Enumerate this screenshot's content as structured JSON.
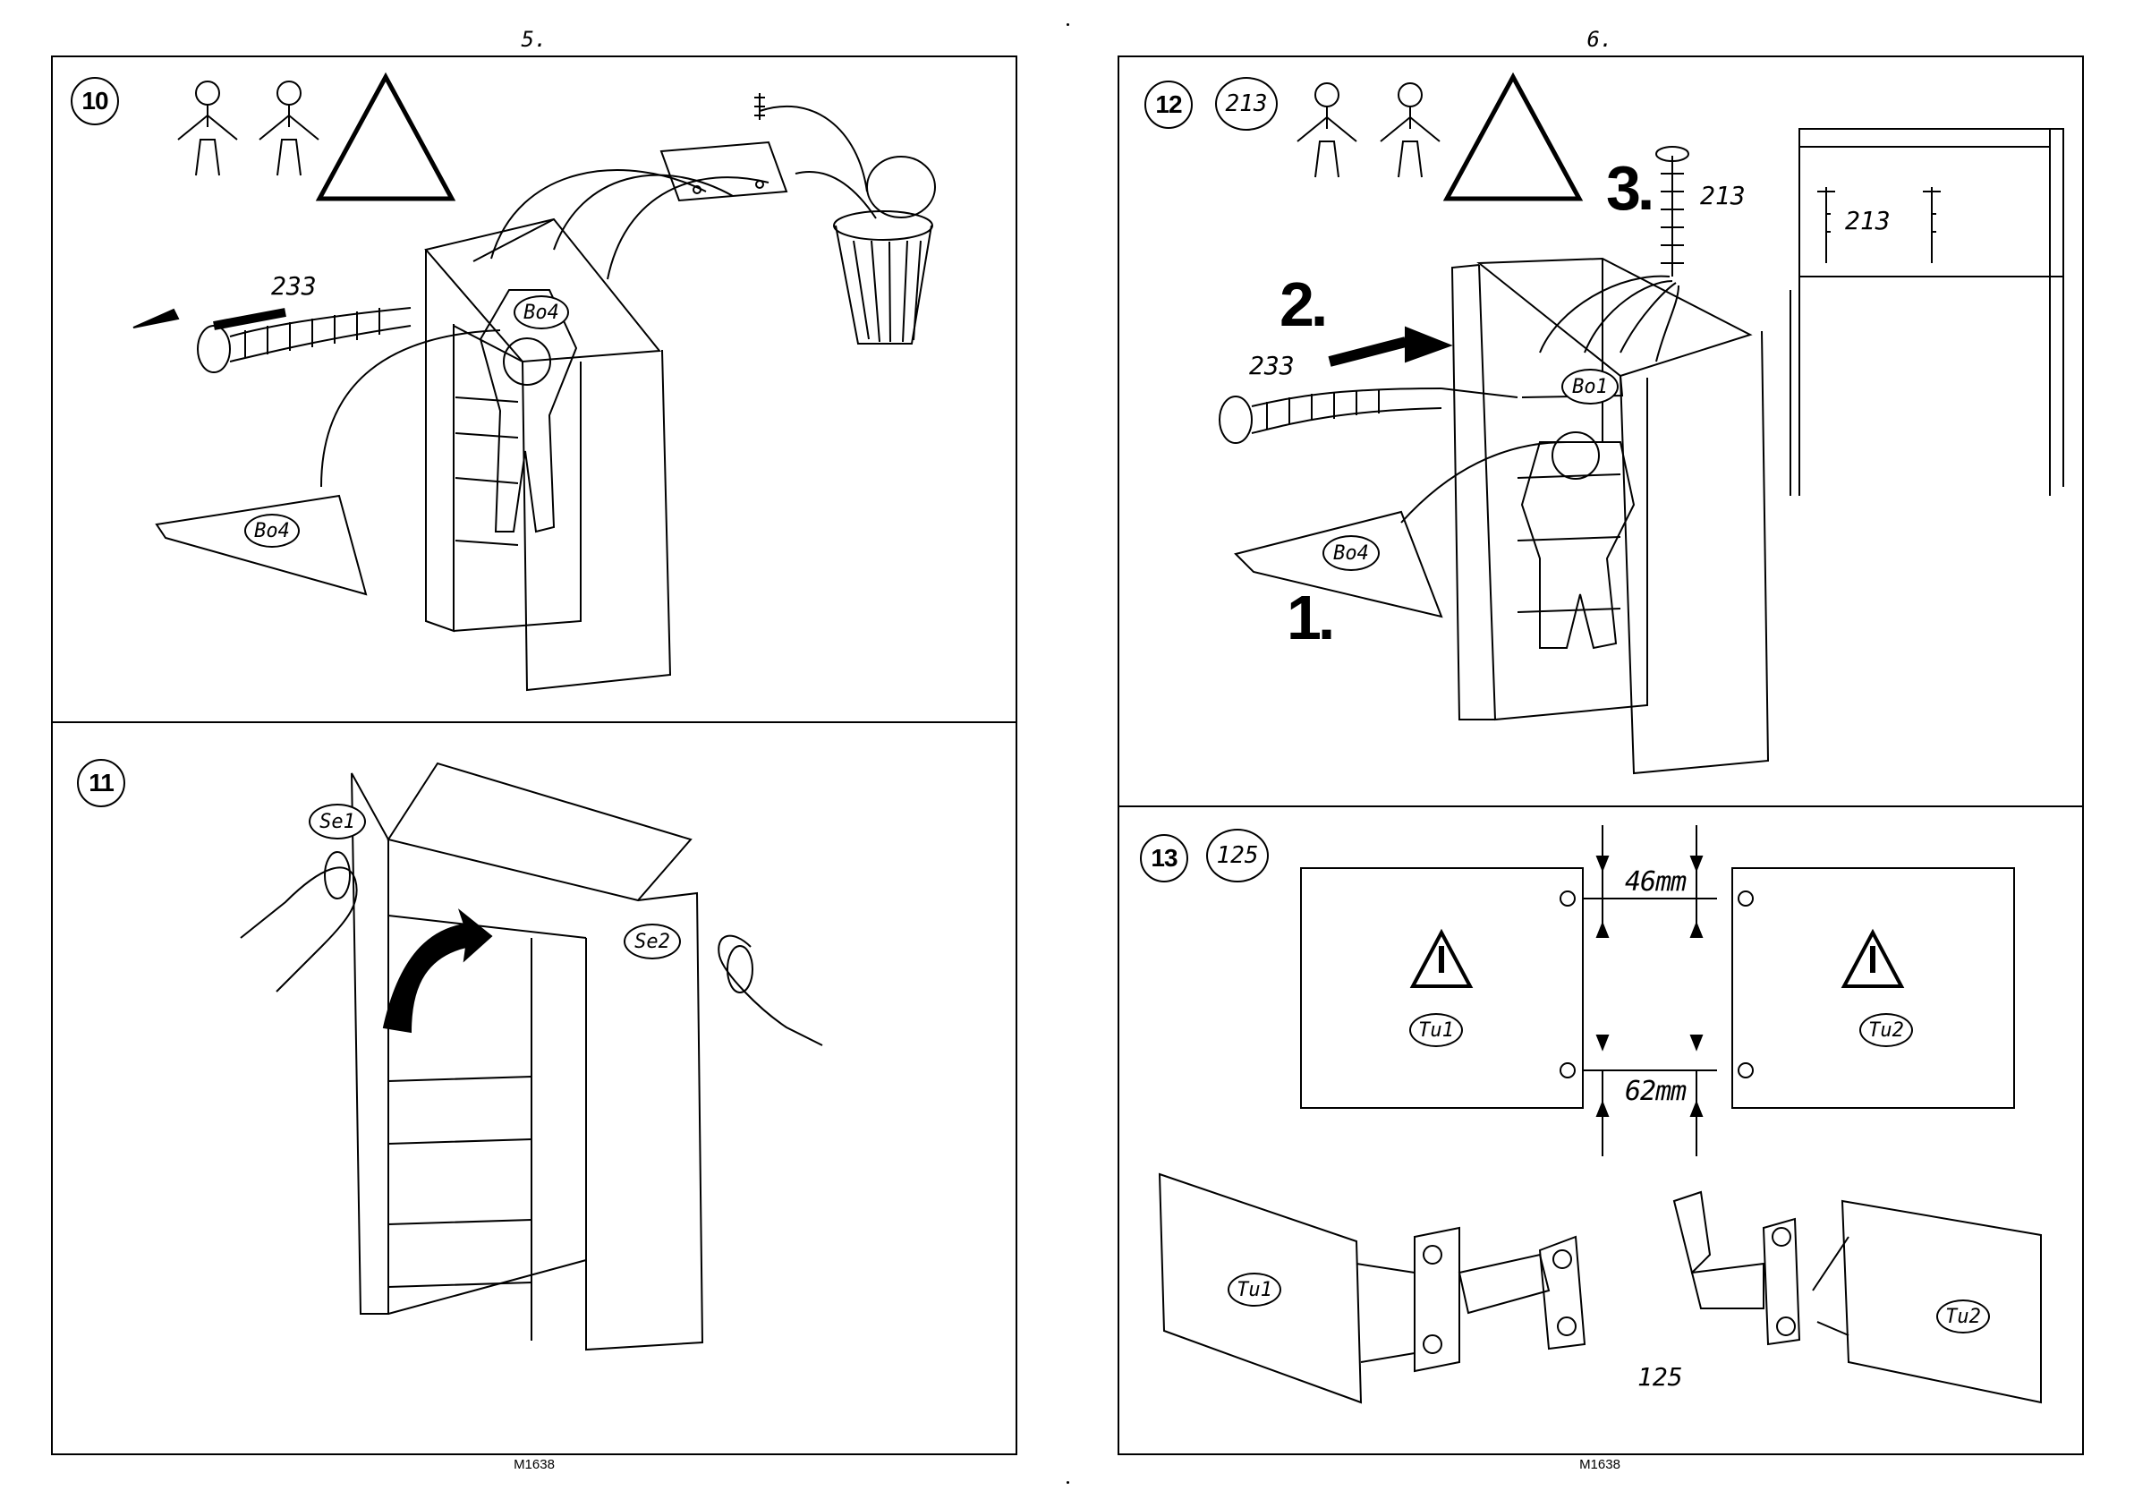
{
  "left_page": {
    "page_number": "5.",
    "footer": "M1638"
  },
  "right_page": {
    "page_number": "6.",
    "footer": "M1638"
  },
  "steps": [
    {
      "number": "10",
      "screw_label": "233",
      "part_tags": [
        "Bo4",
        "Bo4"
      ]
    },
    {
      "number": "11",
      "part_tags": [
        "Se1",
        "Se2"
      ]
    },
    {
      "number": "12",
      "part_ref": "213",
      "sequence": [
        "1.",
        "2.",
        "3."
      ],
      "screw_233_label": "233",
      "screw_213_label": "213",
      "detail_213_label": "213",
      "part_tags": [
        "Bo1",
        "Bo4"
      ]
    },
    {
      "number": "13",
      "part_ref": "125",
      "dim_top": "46mm",
      "dim_bottom": "62mm",
      "door_tags": [
        "Tu1",
        "Tu2"
      ],
      "hinge_label": "125",
      "door_tags_bottom": [
        "Tu1",
        "Tu2"
      ]
    }
  ]
}
